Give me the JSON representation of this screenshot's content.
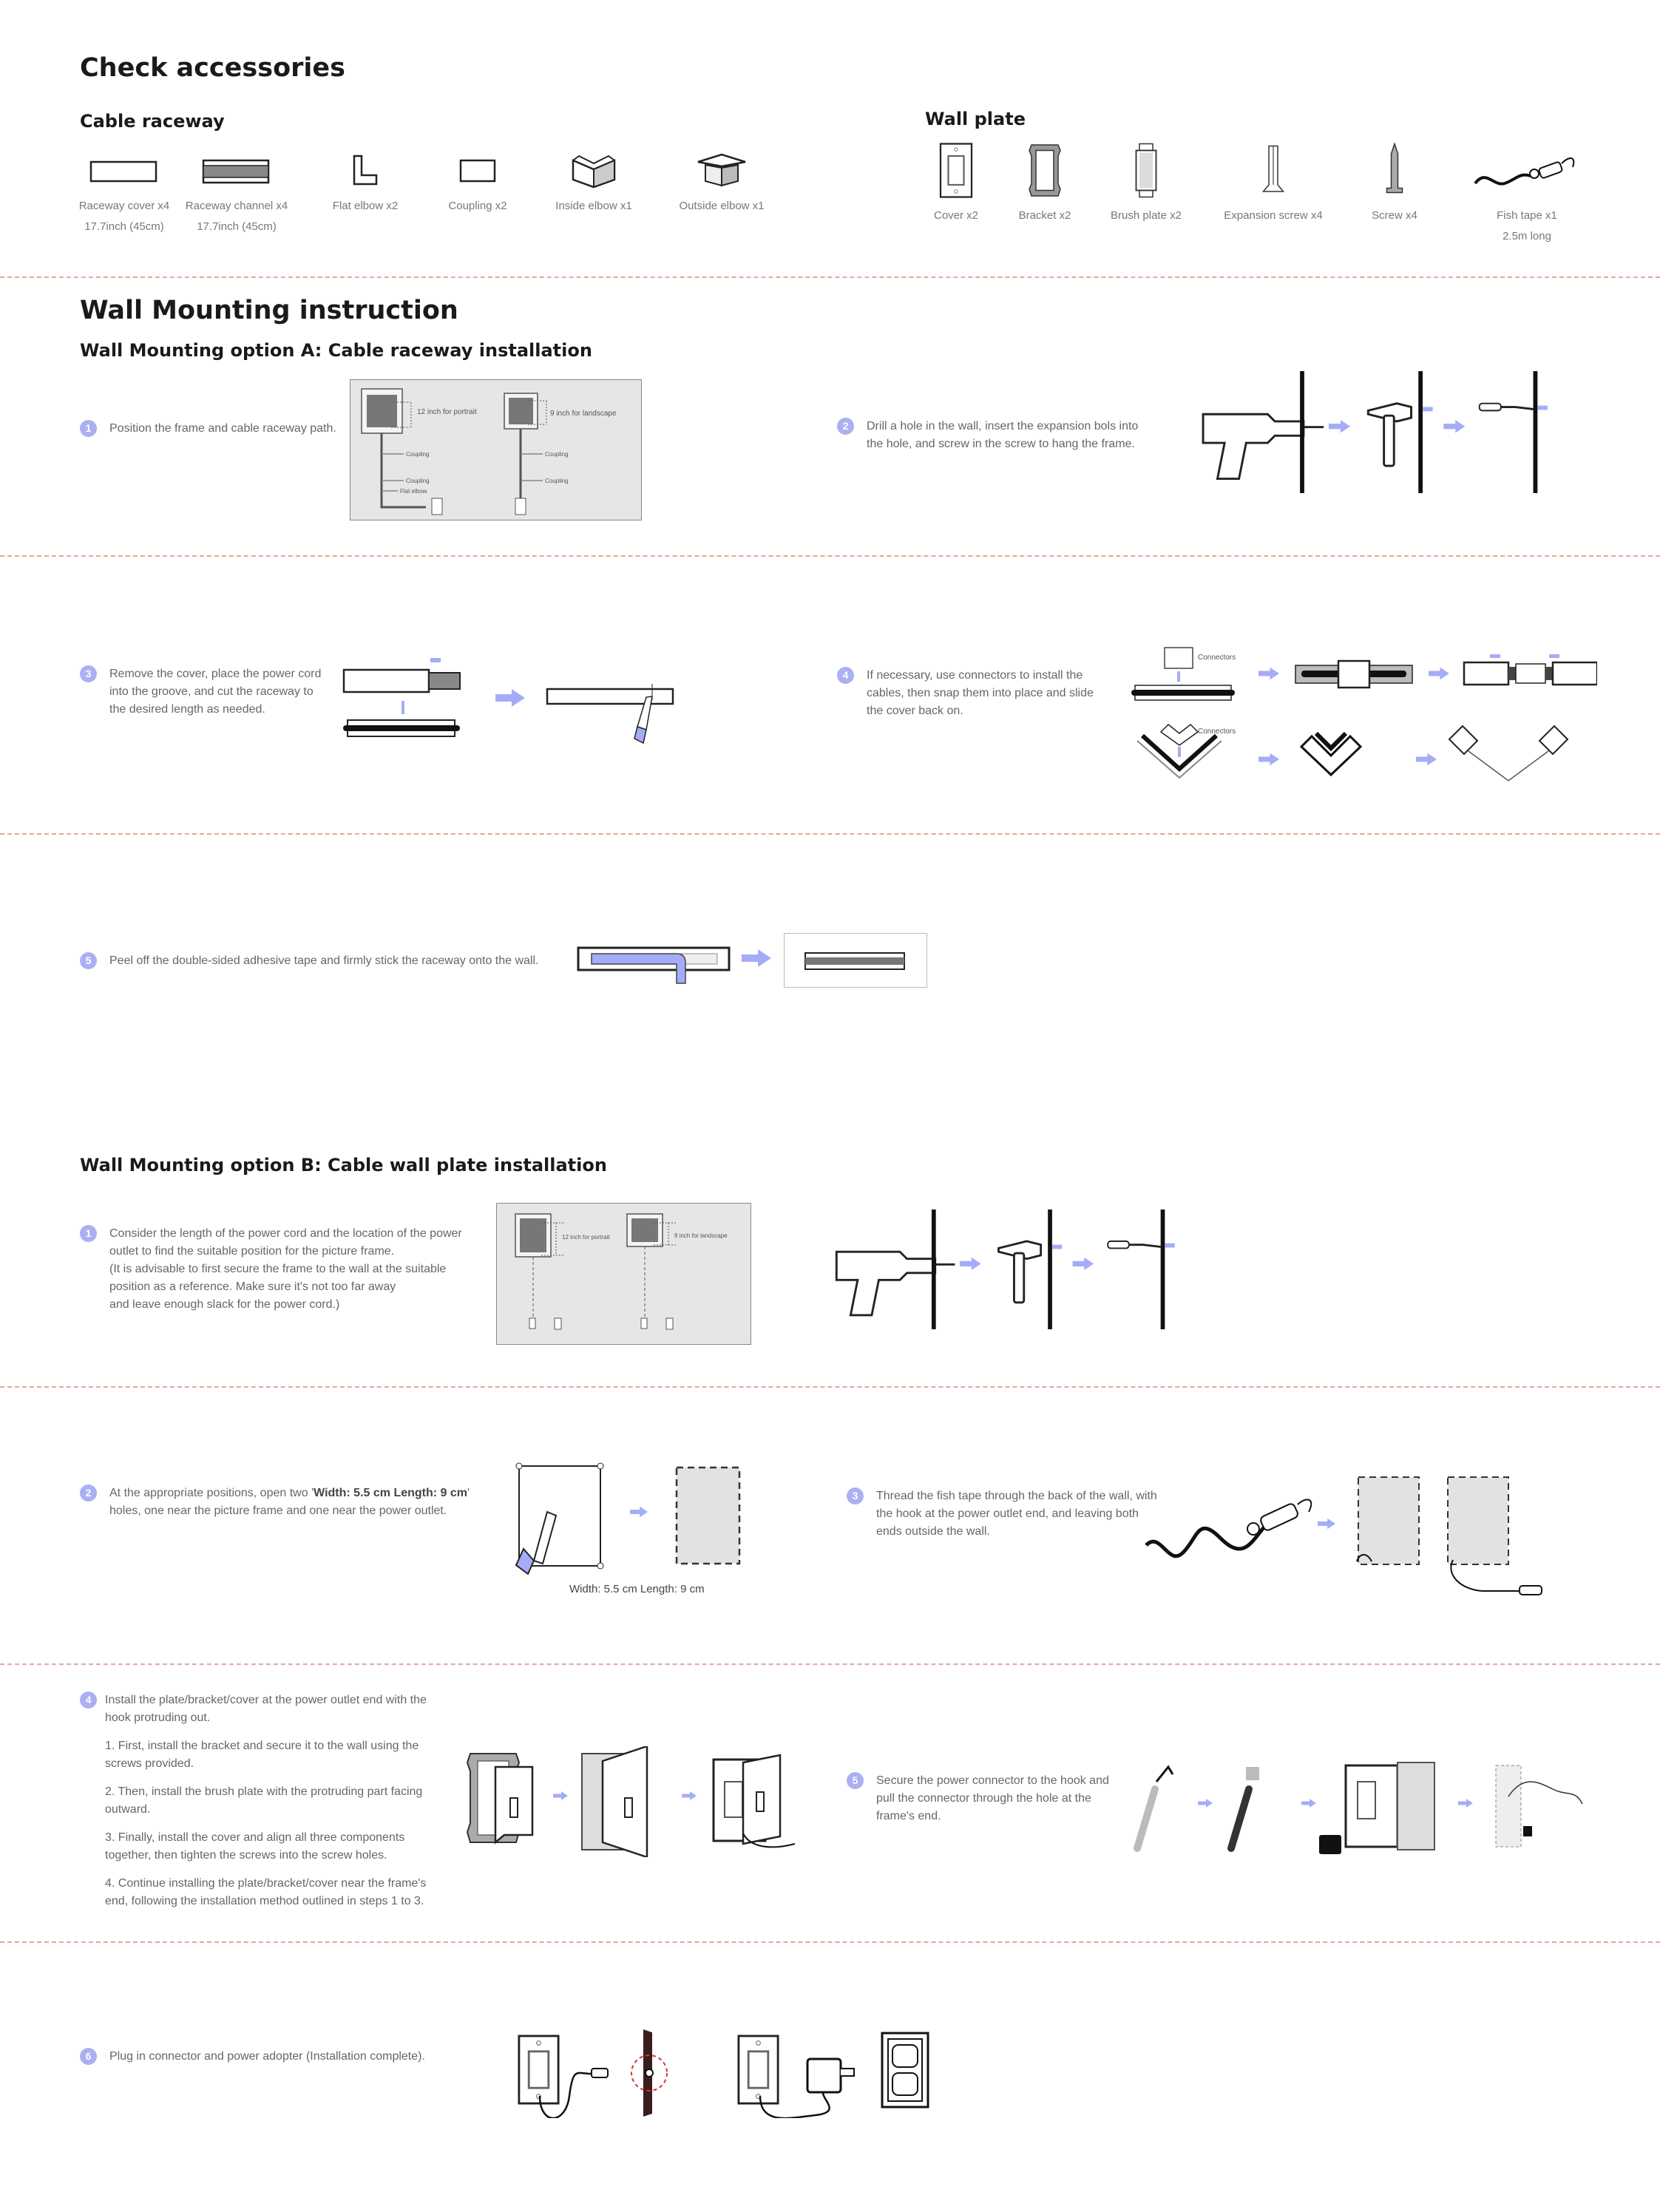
{
  "accessories": {
    "title": "Check accessories",
    "cable_raceway": {
      "heading": "Cable raceway",
      "items": [
        {
          "icon": "raceway-cover-icon",
          "label": "Raceway cover x4",
          "note": "17.7inch (45cm)"
        },
        {
          "icon": "raceway-channel-icon",
          "label": "Raceway channel x4",
          "note": "17.7inch (45cm)"
        },
        {
          "icon": "flat-elbow-icon",
          "label": "Flat elbow x2"
        },
        {
          "icon": "coupling-icon",
          "label": "Coupling x2"
        },
        {
          "icon": "inside-elbow-icon",
          "label": "Inside elbow x1"
        },
        {
          "icon": "outside-elbow-icon",
          "label": "Outside elbow x1"
        }
      ]
    },
    "wall_plate": {
      "heading": "Wall plate",
      "items": [
        {
          "icon": "cover-icon",
          "label": "Cover x2"
        },
        {
          "icon": "bracket-icon",
          "label": "Bracket x2"
        },
        {
          "icon": "brush-plate-icon",
          "label": "Brush plate x2"
        },
        {
          "icon": "expansion-screw-icon",
          "label": "Expansion screw x4"
        },
        {
          "icon": "screw-icon",
          "label": "Screw x4"
        },
        {
          "icon": "fish-tape-icon",
          "label": "Fish tape x1",
          "note": "2.5m long"
        }
      ]
    }
  },
  "instructions": {
    "title": "Wall Mounting instruction",
    "option_a": {
      "heading": "Wall Mounting option A: Cable raceway installation",
      "steps": [
        {
          "num": "1",
          "text": "Position the frame and cable raceway path.",
          "diagram": {
            "portrait": "12 inch for portrait",
            "landscape": "9 inch for landscape",
            "coupling": "Coupling",
            "flat_elbow": "Flat elbow"
          }
        },
        {
          "num": "2",
          "text": "Drill a hole in the wall, insert the expansion bols into the hole, and screw in the screw to hang the frame."
        },
        {
          "num": "3",
          "text": "Remove the cover, place the power cord into the groove, and cut the raceway to the desired length as needed."
        },
        {
          "num": "4",
          "text": "If necessary, use connectors to install the cables, then snap them into place and slide the cover back on.",
          "connectors_label": "Connectors"
        },
        {
          "num": "5",
          "text": "Peel off the double-sided adhesive tape and firmly stick the raceway onto the wall."
        }
      ]
    },
    "option_b": {
      "heading": "Wall Mounting option B: Cable wall plate installation",
      "steps": [
        {
          "num": "1",
          "lines": [
            "Consider the length of the power cord and the location of the power",
            "outlet to find the suitable position for the picture frame.",
            "(It is advisable to first secure the frame to the wall at the suitable",
            "position as a reference. Make sure it's not too far away",
            "and leave enough slack for the power cord.)"
          ],
          "diagram": {
            "portrait": "12 inch for portrait",
            "landscape": "9 inch for landscape"
          }
        },
        {
          "num": "2",
          "text_before": "At the appropriate positions, open two '",
          "text_bold": "Width: 5.5 cm Length: 9 cm",
          "text_after": "' holes, one near the picture frame and one near the power outlet.",
          "caption": "Width: 5.5 cm Length: 9 cm"
        },
        {
          "num": "3",
          "text": "Thread the fish tape through the back of the wall, with the hook at the power outlet end, and leaving both ends outside the wall."
        },
        {
          "num": "4",
          "text": "Install the plate/bracket/cover at the power outlet end with the hook protruding out.",
          "substeps": [
            "1. First, install the bracket and secure it to the wall using the screws provided.",
            "2. Then, install the brush plate with the protruding part facing outward.",
            "3. Finally, install the cover and align all three components together, then tighten the screws into the screw holes.",
            "4. Continue installing the plate/bracket/cover near the frame's end, following the installation method outlined in steps 1 to 3."
          ]
        },
        {
          "num": "5",
          "text": "Secure the power connector to the hook and pull the connector through the hole at the frame's end."
        },
        {
          "num": "6",
          "text": "Plug in connector and power adopter (Installation complete)."
        }
      ]
    }
  },
  "colors": {
    "accent": "#aab0f2",
    "divider": "#e4a898",
    "heading": "#1a1a1a",
    "body_text": "#666666"
  }
}
